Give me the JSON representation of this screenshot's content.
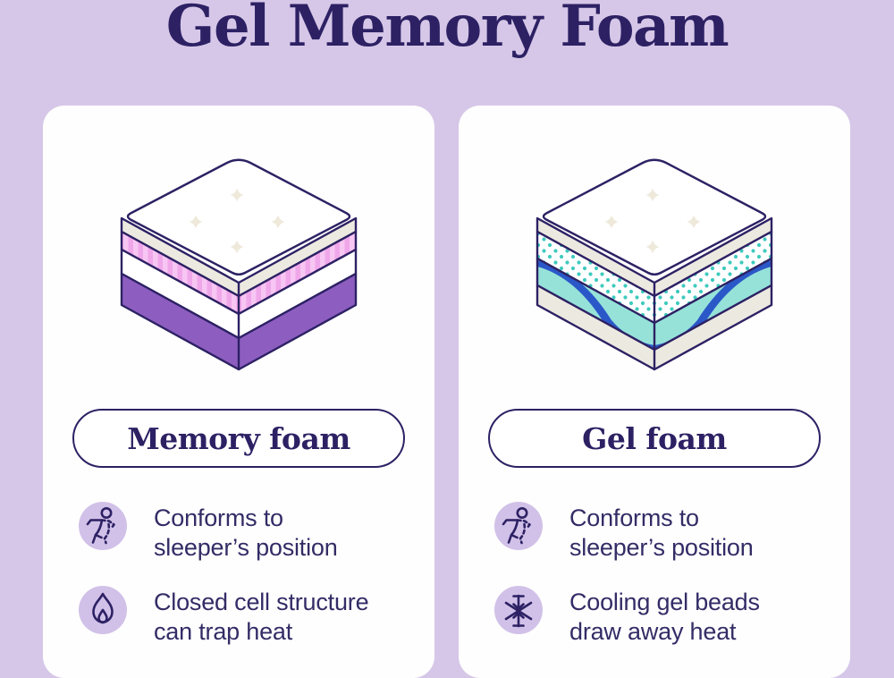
{
  "page": {
    "title": "Gel Memory Foam"
  },
  "cards": [
    {
      "label": "Memory foam",
      "illustration": "memory-foam-mattress",
      "features": [
        {
          "icon": "body-outline-icon",
          "lines": [
            "Conforms to",
            "sleeper’s position"
          ]
        },
        {
          "icon": "flame-icon",
          "lines": [
            "Closed cell structure",
            "can trap heat"
          ]
        }
      ]
    },
    {
      "label": "Gel foam",
      "illustration": "gel-foam-mattress",
      "features": [
        {
          "icon": "body-outline-icon",
          "lines": [
            "Conforms to",
            "sleeper’s position"
          ]
        },
        {
          "icon": "snowflake-icon",
          "lines": [
            "Cooling gel beads",
            "draw away heat"
          ]
        }
      ]
    }
  ],
  "colors": {
    "page_bg": "#d6c7e8",
    "card_bg": "#fefefe",
    "ink": "#2d2164",
    "text": "#332c66",
    "icon_circle_bg": "#d1c1e8",
    "cream": "#ece9e0",
    "purple": "#8d5ec0",
    "pink": "#f0a7ea",
    "pink_light": "#f7c6f3",
    "teal": "#96e2d9",
    "teal_dot": "#3fcabe",
    "blue": "#2b58c8",
    "tuft": "#eee9da"
  }
}
